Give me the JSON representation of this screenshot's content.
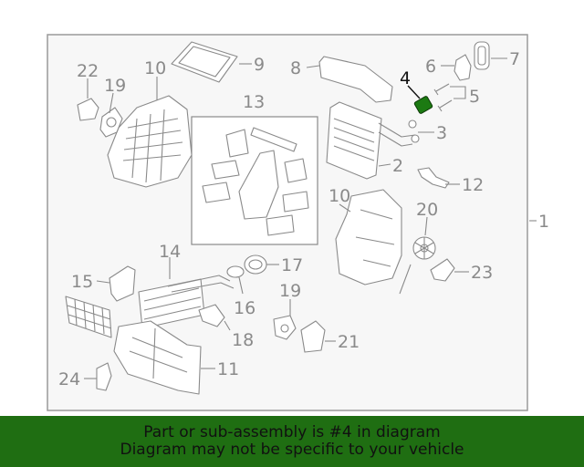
{
  "diagram": {
    "callouts": [
      "1",
      "2",
      "3",
      "4",
      "5",
      "6",
      "7",
      "8",
      "9",
      "10",
      "10",
      "11",
      "12",
      "13",
      "14",
      "15",
      "16",
      "17",
      "18",
      "19",
      "19",
      "20",
      "21",
      "22",
      "23",
      "24"
    ],
    "highlighted_part": "4",
    "colors": {
      "line": "#8a8a8a",
      "highlight": "#1c7a12",
      "frame": "#9a9a9a",
      "banner": "#1f6e12"
    }
  },
  "caption": {
    "line1": "Part or sub-assembly is #4 in diagram",
    "line2": "Diagram may not be specific to your vehicle"
  }
}
